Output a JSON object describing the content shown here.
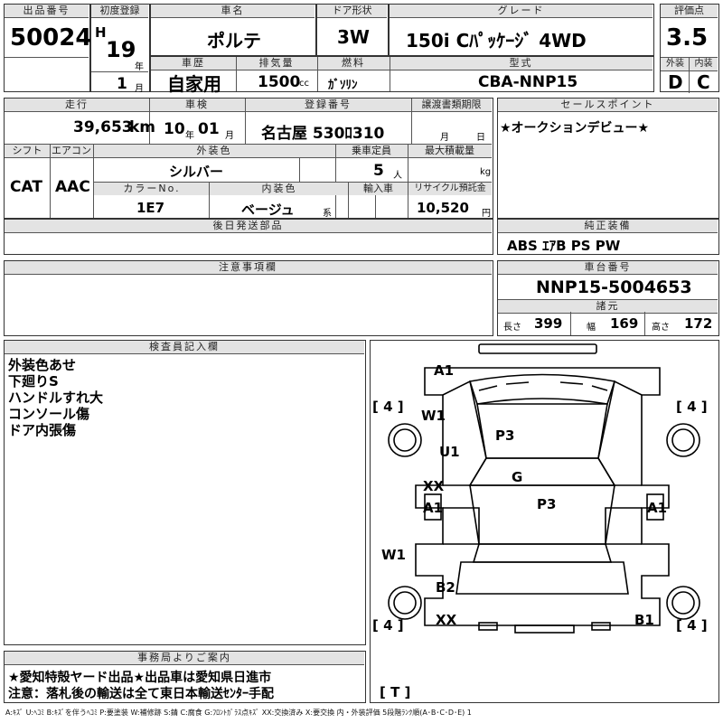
{
  "listing": {
    "lot_label": "出品番号",
    "lot_value": "50024",
    "first_reg_label": "初度登録",
    "era_letter": "H",
    "year": "19",
    "year_unit": "年",
    "month": "1",
    "month_unit": "月",
    "car_name_label": "車名",
    "car_name": "ポルテ",
    "door_label": "ドア形状",
    "door": "3W",
    "grade_label": "グレード",
    "grade": "150i Cﾊﾟｯｹｰｼﾞ 4WD",
    "score_label": "評価点",
    "score": "3.5",
    "history_label": "車歴",
    "history": "自家用",
    "displacement_label": "排気量",
    "displacement": "1500",
    "displacement_unit": "cc",
    "fuel_label": "燃料",
    "fuel": "ｶﾞｿﾘﾝ",
    "model_label": "型式",
    "model": "CBA-NNP15",
    "exterior_label": "外装",
    "exterior": "D",
    "interior_label": "内装",
    "interior": "C"
  },
  "details": {
    "mileage_label": "走行",
    "mileage": "39,653",
    "mileage_unit": "km",
    "inspection_label": "車検",
    "insp_year": "10",
    "insp_year_unit": "年",
    "insp_month": "01",
    "insp_month_unit": "月",
    "plate_label": "登録番号",
    "plate": "名古屋 530ﾛ310",
    "transfer_label": "譲渡書類期限",
    "transfer_month": "月",
    "transfer_day": "日",
    "shift_label": "シフト",
    "shift": "CAT",
    "ac_label": "エアコン",
    "ac": "AAC",
    "ext_color_label": "外装色",
    "ext_color": "シルバー",
    "capacity_label": "乗車定員",
    "capacity": "5",
    "capacity_unit": "人",
    "max_load_label": "最大積載量",
    "max_load_unit": "kg",
    "color_no_label": "カラーNo.",
    "color_no": "1E7",
    "int_color_label": "内装色",
    "int_color": "ベージュ",
    "int_color_suffix": "系",
    "import_label": "輸入車",
    "recycle_label": "リサイクル預託金",
    "recycle": "10,520",
    "recycle_unit": "円",
    "later_label": "後日発送部品"
  },
  "sales_point": {
    "label": "セールスポイント",
    "text": "★オークションデビュー★"
  },
  "equipment": {
    "label": "純正装備",
    "items": "ABS ｴｱB PS PW"
  },
  "notes": {
    "label": "注意事項欄"
  },
  "chassis": {
    "label": "車台番号",
    "number": "NNP15-5004653",
    "specs_label": "諸元",
    "length_label": "長さ",
    "length": "399",
    "width_label": "幅",
    "width": "169",
    "height_label": "高さ",
    "height": "172"
  },
  "inspector": {
    "label": "検査員記入欄",
    "lines": [
      "外装色あせ",
      "下廻りS",
      "ハンドルすれ大",
      "コンソール傷",
      "ドア内張傷"
    ]
  },
  "office": {
    "label": "事務局よりご案内",
    "line1": "★愛知特殻ヤード出品★出品車は愛知県日進市",
    "line2": "注意：落札後の輸送は全て東日本輸送ｾﾝﾀｰ手配"
  },
  "diagram": {
    "marks": {
      "a1_top": "A1",
      "w1_left": "W1",
      "u1": "U1",
      "p3_roof": "P3",
      "g": "G",
      "xx_left": "XX",
      "a1_left": "A1",
      "p3_hood": "P3",
      "a1_right": "A1",
      "w1_front": "W1",
      "b2": "B2",
      "xx_front": "XX",
      "b1": "B1"
    },
    "tire_tl": "[ 4 ]",
    "tire_tr": "[ 4 ]",
    "tire_bl": "[ 4 ]",
    "tire_br": "[ 4 ]",
    "spare": "[ T ]"
  },
  "legend": "A:ｷｽﾞ U:ﾍｺﾐ B:ｷｽﾞを伴うﾍｺﾐ P:要塗装 W:補修跡 S:錆 C:腐食 G:ﾌﾛﾝﾄｶﾞﾗｽ点ｷｽﾞ XX:交換済み X:要交換 内・外装評価 5段階ﾗﾝｸ順(A･B･C･D･E) 1"
}
